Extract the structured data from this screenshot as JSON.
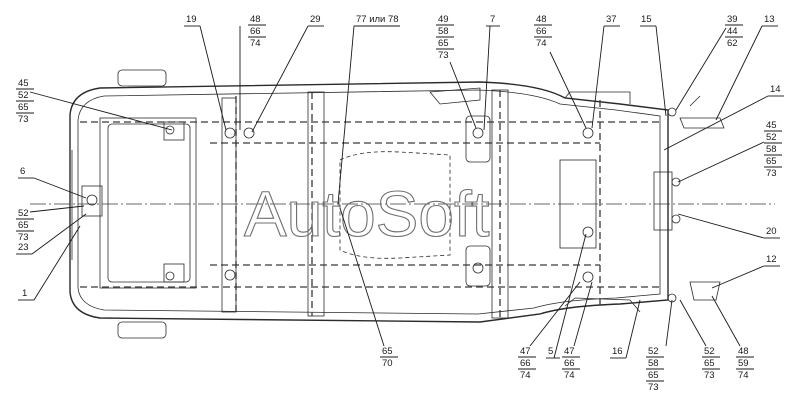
{
  "watermark": "AutoSoft",
  "callouts": [
    {
      "id": "c45l",
      "lines": [
        "45",
        "52",
        "65",
        "73"
      ]
    },
    {
      "id": "c6",
      "lines": [
        "6"
      ]
    },
    {
      "id": "c52l",
      "lines": [
        "52",
        "65",
        "73"
      ]
    },
    {
      "id": "c23",
      "lines": [
        "23"
      ]
    },
    {
      "id": "c1",
      "lines": [
        "1"
      ]
    },
    {
      "id": "c19",
      "lines": [
        "19"
      ]
    },
    {
      "id": "c48a",
      "lines": [
        "48",
        "66",
        "74"
      ]
    },
    {
      "id": "c29",
      "lines": [
        "29"
      ]
    },
    {
      "id": "c77",
      "lines": [
        "77 или 78"
      ]
    },
    {
      "id": "c49",
      "lines": [
        "49",
        "58",
        "65",
        "73"
      ]
    },
    {
      "id": "c7",
      "lines": [
        "7"
      ]
    },
    {
      "id": "c48b",
      "lines": [
        "48",
        "66",
        "74"
      ]
    },
    {
      "id": "c37",
      "lines": [
        "37"
      ]
    },
    {
      "id": "c15",
      "lines": [
        "15"
      ]
    },
    {
      "id": "c39",
      "lines": [
        "39",
        "44",
        "62"
      ]
    },
    {
      "id": "c13",
      "lines": [
        "13"
      ]
    },
    {
      "id": "c14",
      "lines": [
        "14"
      ]
    },
    {
      "id": "c45r",
      "lines": [
        "45",
        "52",
        "58",
        "65",
        "73"
      ]
    },
    {
      "id": "c20",
      "lines": [
        "20"
      ]
    },
    {
      "id": "c12",
      "lines": [
        "12"
      ]
    },
    {
      "id": "c65b",
      "lines": [
        "65",
        "70"
      ]
    },
    {
      "id": "c47a",
      "lines": [
        "47",
        "66",
        "74"
      ]
    },
    {
      "id": "c5",
      "lines": [
        "5"
      ]
    },
    {
      "id": "c47b",
      "lines": [
        "47",
        "66",
        "74"
      ]
    },
    {
      "id": "c16",
      "lines": [
        "16"
      ]
    },
    {
      "id": "c52b",
      "lines": [
        "52",
        "58",
        "65",
        "73"
      ]
    },
    {
      "id": "c52c",
      "lines": [
        "52",
        "65",
        "73"
      ]
    },
    {
      "id": "c48c",
      "lines": [
        "48",
        "59",
        "74"
      ]
    }
  ]
}
